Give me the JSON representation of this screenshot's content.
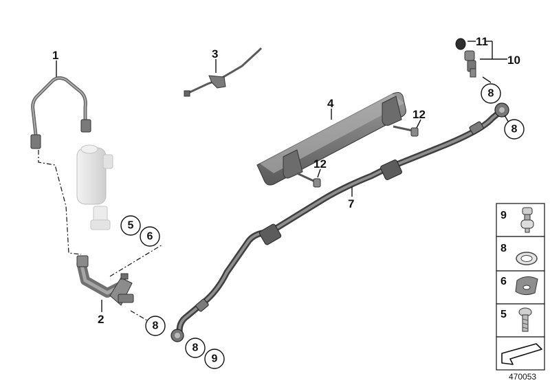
{
  "callouts": {
    "p1": "1",
    "p2": "2",
    "p3": "3",
    "p4": "4",
    "p5": "5",
    "p6": "6",
    "p7": "7",
    "p8a": "8",
    "p8b": "8",
    "p8c": "8",
    "p8d": "8",
    "p9": "9",
    "p10": "10",
    "p11": "11",
    "p12a": "12",
    "p12b": "12"
  },
  "legend": {
    "items": [
      {
        "num": "9",
        "icon": "banjo-bolt-icon"
      },
      {
        "num": "8",
        "icon": "sealing-ring-icon"
      },
      {
        "num": "6",
        "icon": "washer-clip-icon"
      },
      {
        "num": "5",
        "icon": "screw-icon"
      }
    ],
    "bottom_icon": "arrow-symbol-icon"
  },
  "document_number": "470053",
  "colors": {
    "hose": "#6e6e6e",
    "part_dark": "#555555",
    "part_light": "#e6e6e6",
    "outline": "#111111"
  }
}
